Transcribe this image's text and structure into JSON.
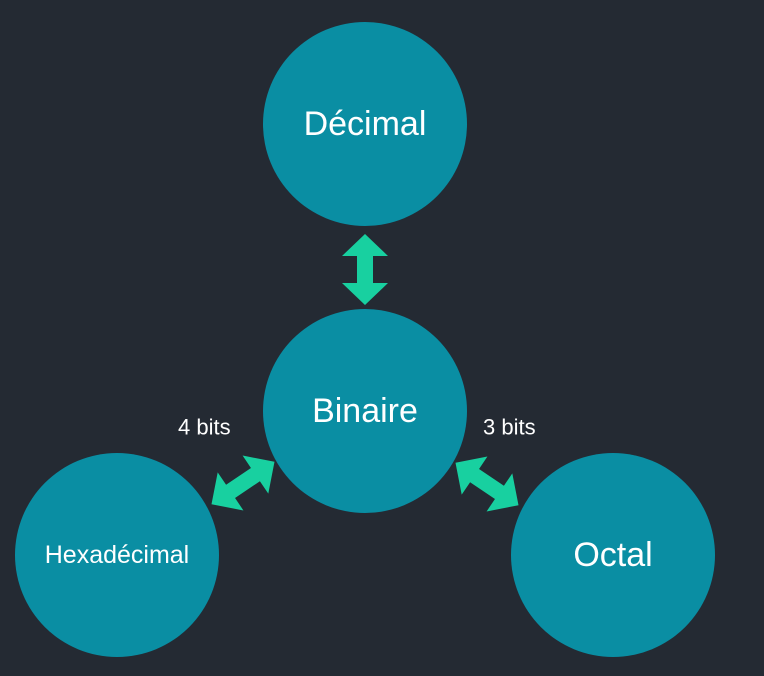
{
  "colors": {
    "background": "#242a33",
    "node_fill": "#0a8ea3",
    "arrow_fill": "#18d0a0",
    "text": "#ffffff"
  },
  "nodes": {
    "decimal": "Décimal",
    "binary": "Binaire",
    "hexadecimal": "Hexadécimal",
    "octal": "Octal"
  },
  "edges": {
    "binary_hexadecimal": "4 bits",
    "binary_octal": "3 bits"
  }
}
